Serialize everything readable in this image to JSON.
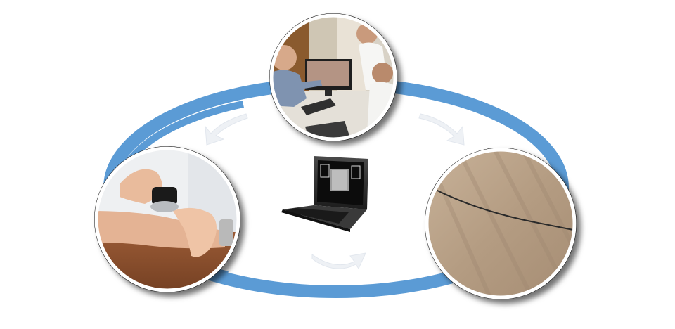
{
  "diagram": {
    "faint_caption": "",
    "colors": {
      "ring": "#5b9bd5",
      "arrow": "#eef1f5",
      "circle_border": "#ffffff",
      "background": "#ffffff"
    },
    "nodes": [
      {
        "id": "consultation",
        "picture": "doctors-reviewing-image-on-monitor"
      },
      {
        "id": "capture",
        "picture": "handheld-dermatoscope-on-wrist"
      },
      {
        "id": "result",
        "picture": "magnified-skin-with-hair"
      },
      {
        "id": "center",
        "picture": "laptop-with-dermoscopy-software"
      }
    ],
    "flow_arrows": [
      "top-left-arrow",
      "top-right-arrow",
      "bottom-arrow"
    ]
  }
}
